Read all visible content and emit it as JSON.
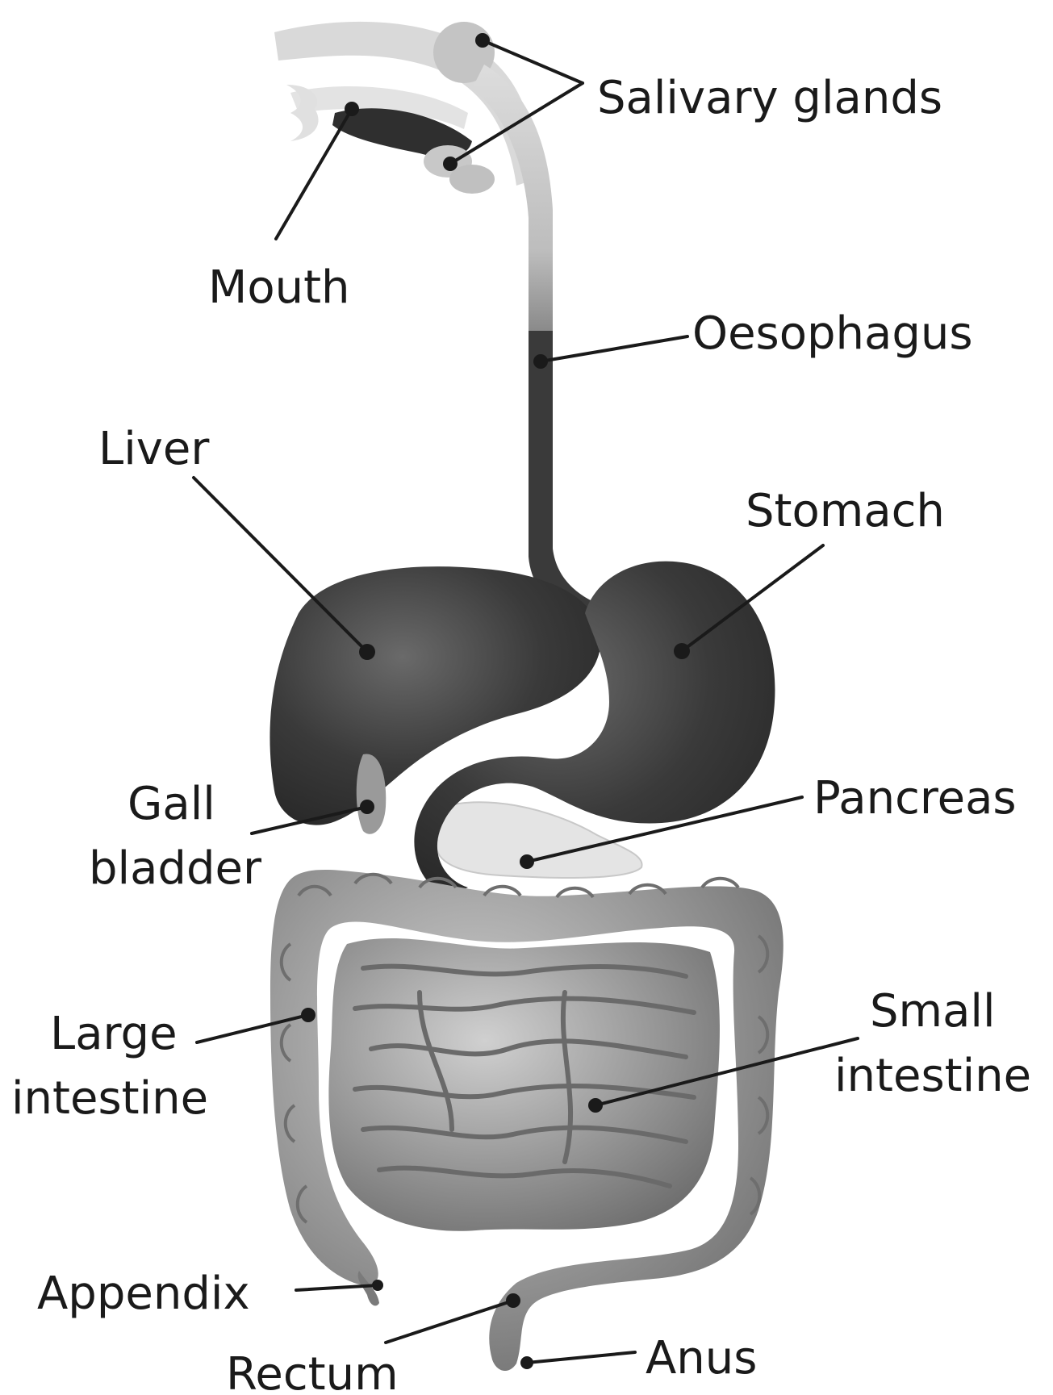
{
  "labels": {
    "salivary_glands": "Salivary glands",
    "mouth": "Mouth",
    "oesophagus": "Oesophagus",
    "liver": "Liver",
    "stomach": "Stomach",
    "gall_bladder_line1": "Gall",
    "gall_bladder_line2": "bladder",
    "pancreas": "Pancreas",
    "large_intestine_line1": "Large",
    "large_intestine_line2": "intestine",
    "small_intestine_line1": "Small",
    "small_intestine_line2": "intestine",
    "appendix": "Appendix",
    "rectum": "Rectum",
    "anus": "Anus"
  },
  "colors": {
    "dark_organ": "#3a3a3a",
    "mid_organ": "#8c8c8c",
    "light_organ": "#cfcfcf",
    "pancreas": "#e6e6e6",
    "line": "#1a1a1a"
  }
}
